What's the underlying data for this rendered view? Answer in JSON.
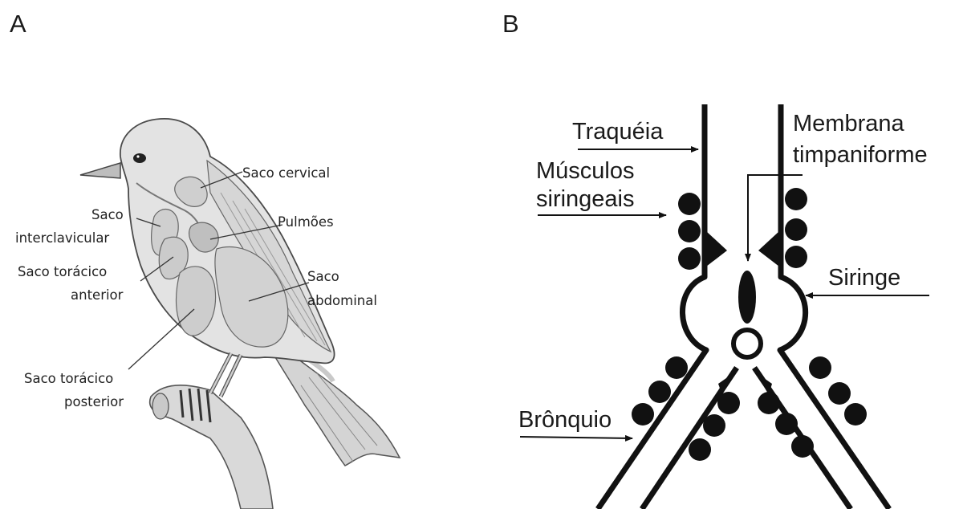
{
  "panel_a": {
    "letter": "A",
    "labels": {
      "saco_cervical": "Saco cervical",
      "saco_interclavicular_1": "Saco",
      "saco_interclavicular_2": "interclavicular",
      "pulmoes": "Pulmões",
      "saco_toracico_anterior_1": "Saco torácico",
      "saco_toracico_anterior_2": "anterior",
      "saco_abdominal_1": "Saco",
      "saco_abdominal_2": "abdominal",
      "saco_toracico_posterior_1": "Saco torácico",
      "saco_toracico_posterior_2": "posterior"
    }
  },
  "panel_b": {
    "letter": "B",
    "labels": {
      "traqueia": "Traquéia",
      "membrana_1": "Membrana",
      "membrana_2": "timpaniforme",
      "musculos_1": "Músculos",
      "musculos_2": "siringeais",
      "siringe": "Siringe",
      "bronquio": "Brônquio"
    }
  },
  "colors": {
    "ink": "#111111",
    "bird_fill": "#e2e2e2",
    "bird_shade": "#c8c8c8",
    "air_sac_fill": "#cfcfcf"
  }
}
